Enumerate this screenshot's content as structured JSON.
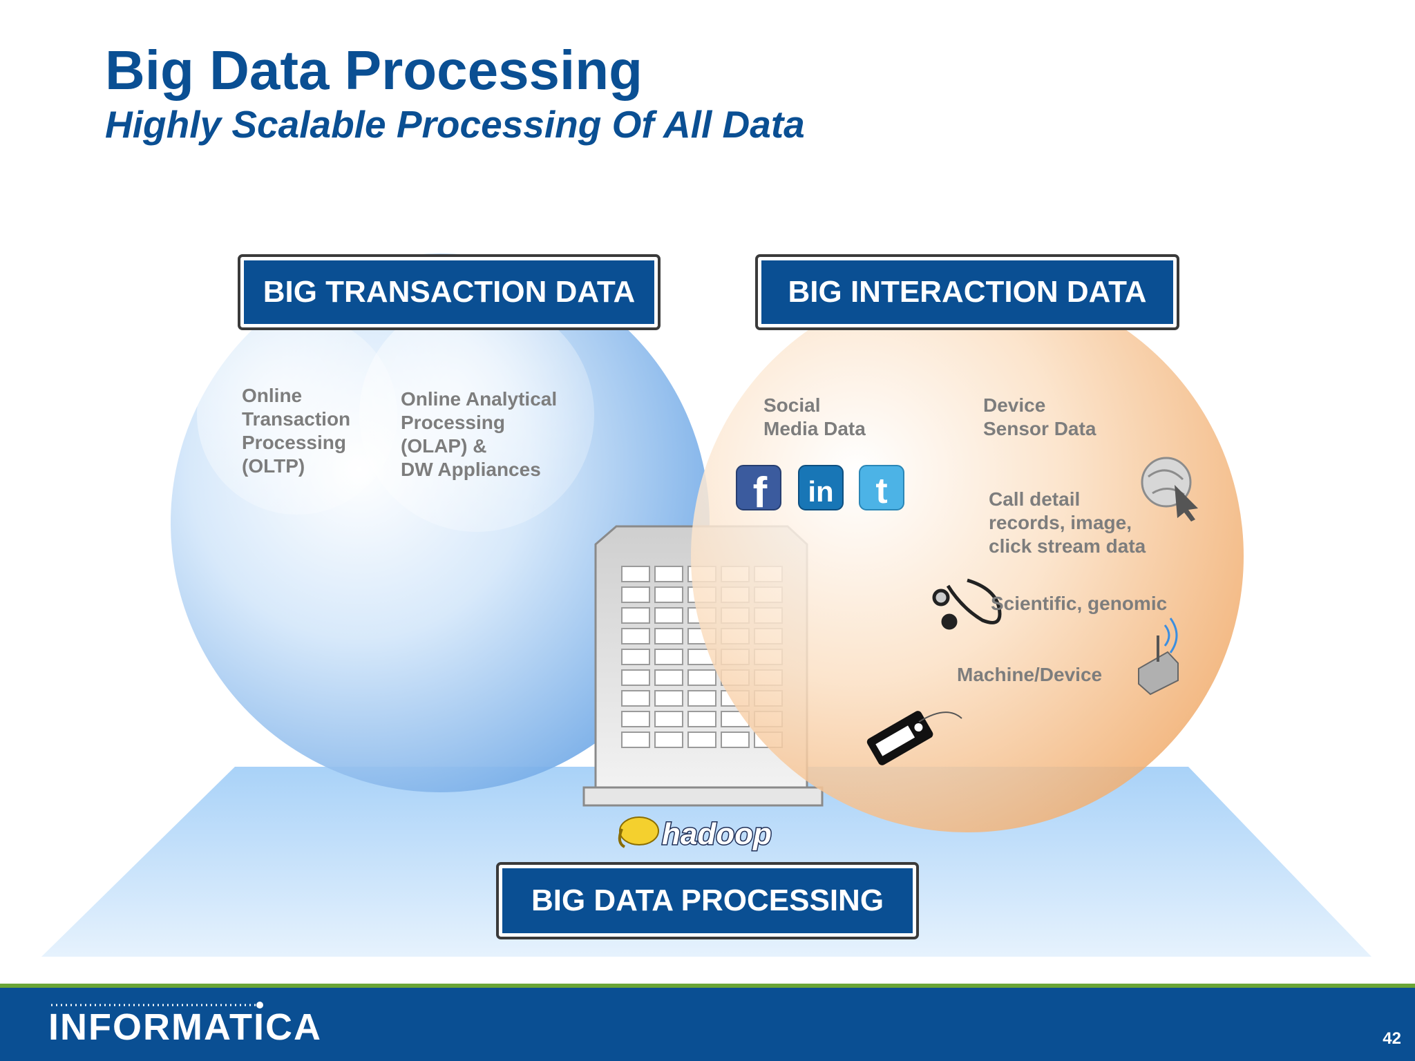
{
  "title": "Big Data Processing",
  "subtitle": "Highly Scalable Processing Of All Data",
  "boxes": {
    "transaction": "BIG TRANSACTION DATA",
    "interaction": "BIG INTERACTION DATA",
    "processing": "BIG DATA PROCESSING"
  },
  "transaction_items": {
    "oltp": "Online\nTransaction\nProcessing\n(OLTP)",
    "olap": "Online Analytical\nProcessing\n(OLAP) &\nDW Appliances"
  },
  "interaction_items": {
    "social": "Social\nMedia Data",
    "sensor": "Device\nSensor Data",
    "call": "Call detail\nrecords, image,\nclick stream data",
    "scientific": "Scientific, genomic",
    "machine": "Machine/Device"
  },
  "hadoop_logo": "hadoop",
  "footer": {
    "logo": "INFORMATICA",
    "page_number": "42"
  },
  "colors": {
    "brand_blue": "#0a4f93",
    "circle_blue": "#a9cdf2",
    "circle_orange": "#f6c593",
    "accent_green": "#6aa536",
    "text_gray": "#7d7d7d"
  },
  "icons": [
    "facebook-icon",
    "linkedin-icon",
    "twitter-icon",
    "globe-cursor-icon",
    "stethoscope-icon",
    "antenna-device-icon",
    "rfid-tag-icon",
    "server-building-icon",
    "hadoop-elephant-icon"
  ]
}
